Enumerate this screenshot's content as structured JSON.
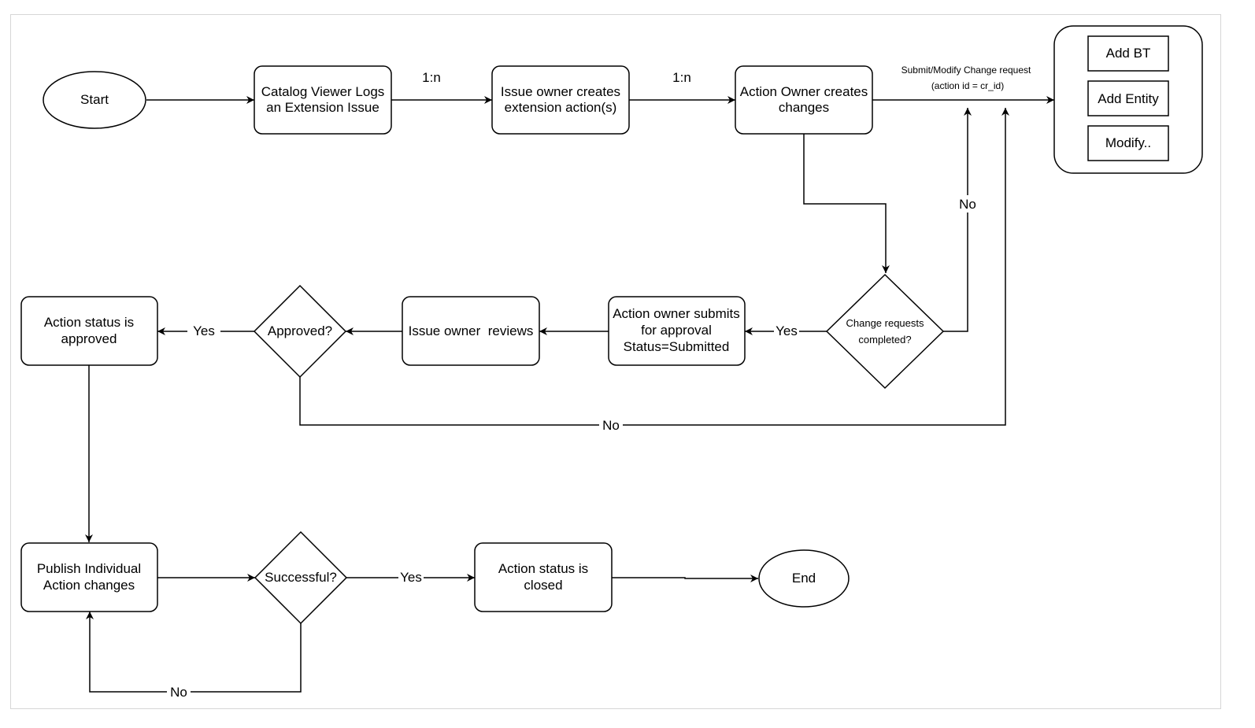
{
  "nodes": {
    "start": "Start",
    "catalog": [
      "Catalog Viewer Logs",
      "an Extension Issue"
    ],
    "issue_create": [
      "Issue owner creates",
      "extension action(s)"
    ],
    "action_create": [
      "Action Owner creates",
      "changes"
    ],
    "container": {
      "add_bt": "Add BT",
      "add_entity": "Add Entity",
      "modify": "Modify.."
    },
    "change_completed": [
      "Change requests",
      "completed?"
    ],
    "submit": [
      "Action owner submits",
      "for approval",
      "Status=Submitted"
    ],
    "review": "Issue owner  reviews",
    "approved_q": "Approved?",
    "approved": [
      "Action status is",
      "approved"
    ],
    "publish": [
      "Publish Individual",
      "Action changes"
    ],
    "successful_q": "Successful?",
    "closed": [
      "Action status is",
      "closed"
    ],
    "end": "End"
  },
  "edges": {
    "catalog_to_issue": "1:n",
    "issue_to_action": "1:n",
    "submit_request": [
      "Submit/Modify Change request",
      "(action id  = cr_id)"
    ],
    "change_no": "No",
    "change_yes": "Yes",
    "approved_yes": "Yes",
    "approved_no": "No",
    "successful_yes": "Yes",
    "successful_no": "No"
  }
}
